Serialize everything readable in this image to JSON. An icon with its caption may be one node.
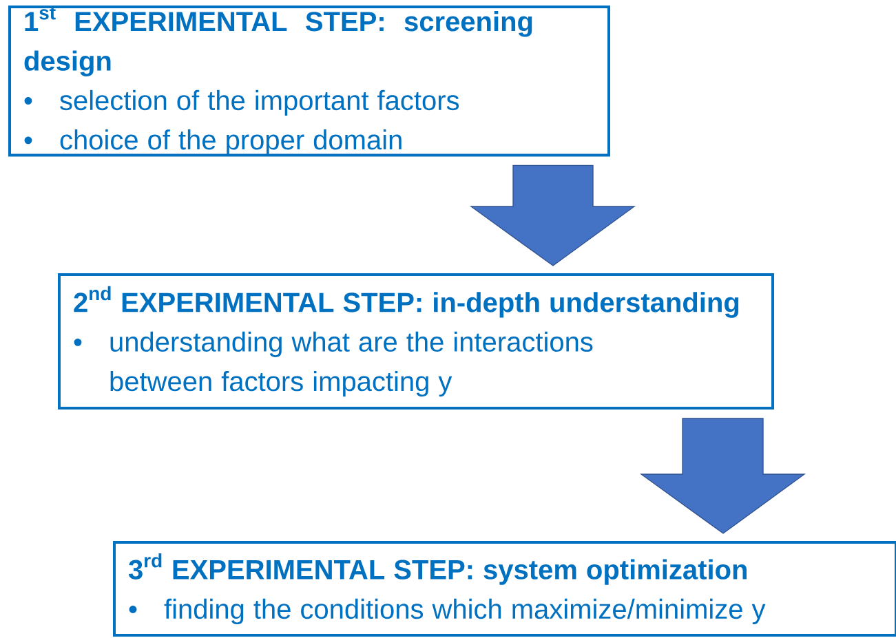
{
  "diagram": {
    "nodes": [
      {
        "text": [
          "\\textbf{1}^{\\textbf{st}}",
          "EXPERIMENTAL STEP: screening design",
          "selection of the important factors",
          "choice of the proper domain"
        ]
      },
      {
        "text": [
          "\\textbf{2}^{\\textbf{nd}}",
          "EXPERIMENTAL STEP: in-depth understanding",
          "understanding what are the interactions between factors impacting y"
        ]
      },
      {
        "text": [
          "\\textbf{3}^{\\textbf{rd}}",
          "EXPERIMENTAL STEP: system optimization",
          "finding the conditions which maximize/minimize y"
        ]
      }
    ],
    "edges": [
      {
        "from": 0,
        "to": 1,
        "arrow": "to"
      },
      {
        "from": 1,
        "to": 2,
        "arrow": "to"
      }
    ],
    "labels": [
      "•",
      "•",
      "•",
      "•"
    ]
  }
}
